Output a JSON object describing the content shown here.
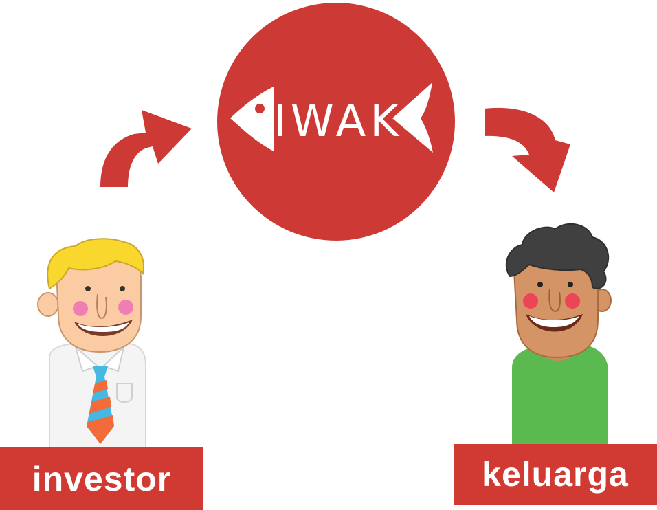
{
  "logo": {
    "text": "IWAK",
    "icon": "fish-skeleton-icon"
  },
  "flow": [
    {
      "id": "investor",
      "label": "investor",
      "icon": "businessman-avatar"
    },
    {
      "id": "keluarga",
      "label": "keluarga",
      "icon": "family-member-avatar"
    }
  ],
  "arrows": [
    {
      "from": "investor",
      "to": "logo",
      "icon": "curved-arrow-up-right"
    },
    {
      "from": "logo",
      "to": "keluarga",
      "icon": "curved-arrow-down-right"
    }
  ],
  "colors": {
    "brand_red": "#cd3a35",
    "label_red": "#d13a33",
    "investor_hair": "#f9d72c",
    "skin_light": "#fbcba4",
    "skin_dark": "#d49466",
    "tie_blue": "#45b8e3",
    "tie_orange": "#f26b39",
    "shirt": "#f4f4f4",
    "green_shirt": "#5ab94f",
    "hair_dark": "#404040",
    "cheek_pink": "#ef7fb3",
    "cheek_red": "#ec4557"
  }
}
